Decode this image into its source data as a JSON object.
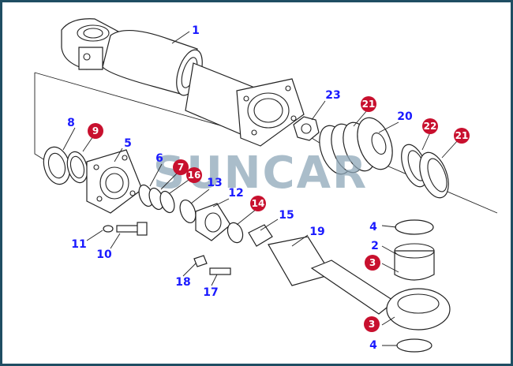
{
  "colors": {
    "border": "#1f4e63",
    "label": "#1a1aff",
    "badge": "#c8102e",
    "watermark": "#8ea7b8"
  },
  "watermark": "SUNCAR",
  "labels": {
    "l1": "1",
    "l2": "2",
    "l4a": "4",
    "l4b": "4",
    "l5": "5",
    "l6": "6",
    "l8": "8",
    "l10": "10",
    "l11": "11",
    "l12": "12",
    "l13": "13",
    "l15": "15",
    "l17": "17",
    "l18": "18",
    "l19": "19",
    "l20": "20",
    "l23": "23"
  },
  "badges": {
    "b3a": "3",
    "b3b": "3",
    "b7": "7",
    "b9": "9",
    "b14": "14",
    "b16": "16",
    "b21a": "21",
    "b21b": "21",
    "b22": "22"
  }
}
